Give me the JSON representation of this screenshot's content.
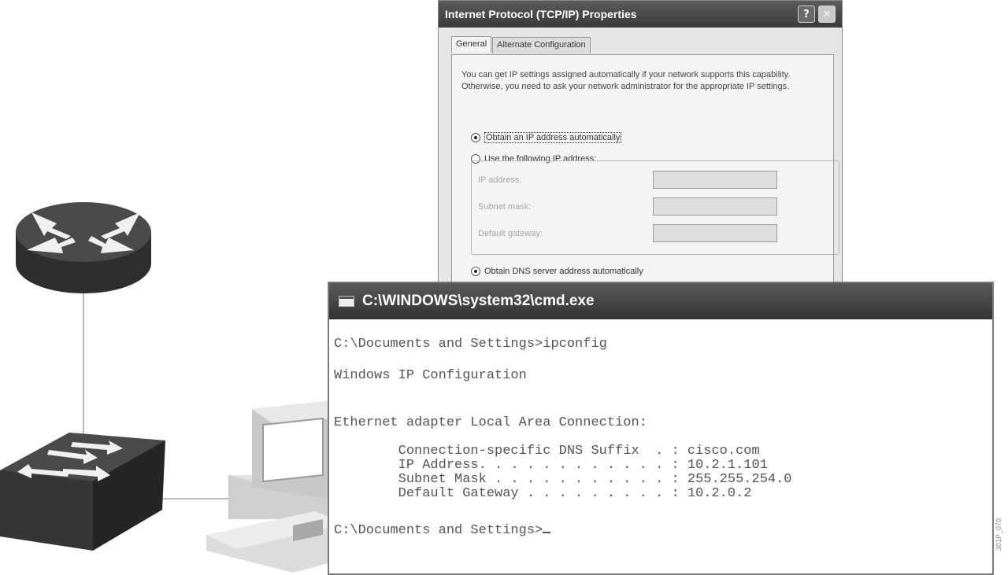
{
  "dialog": {
    "title": "Internet Protocol (TCP/IP) Properties",
    "help_label": "?",
    "close_label": "✕",
    "tabs": [
      {
        "label": "General"
      },
      {
        "label": "Alternate Configuration"
      }
    ],
    "intro": "You can get IP settings assigned automatically if your network supports this capability. Otherwise, you need to ask your network administrator for the appropriate IP settings.",
    "radio_auto_ip": {
      "label": "Obtain an IP address automatically",
      "selected": true
    },
    "radio_manual_ip": {
      "label": "Use the following IP address:",
      "selected": false
    },
    "fields": [
      {
        "label": "IP address:",
        "value": ""
      },
      {
        "label": "Subnet mask:",
        "value": ""
      },
      {
        "label": "Default gateway:",
        "value": ""
      }
    ],
    "radio_auto_dns": {
      "label": "Obtain DNS server address automatically",
      "selected": true
    }
  },
  "cmd": {
    "title": "C:\\WINDOWS\\system32\\cmd.exe",
    "lines": [
      "C:\\Documents and Settings>ipconfig",
      "Windows IP Configuration",
      "Ethernet adapter Local Area Connection:",
      "        Connection-specific DNS Suffix  . : cisco.com",
      "        IP Address. . . . . . . . . . . . : 10.2.1.101",
      "        Subnet Mask . . . . . . . . . . . : 255.255.254.0",
      "        Default Gateway . . . . . . . . . : 10.2.0.2",
      "C:\\Documents and Settings>"
    ]
  },
  "figure_code": "301P_070",
  "colors": {
    "device_dark": "#2e2e2e",
    "device_top": "#4a4a4a",
    "titlebar": "#444444",
    "pc_body": "#d9d9d9"
  },
  "diagram": {
    "devices": [
      "router-icon",
      "switch-icon",
      "pc-icon"
    ]
  }
}
